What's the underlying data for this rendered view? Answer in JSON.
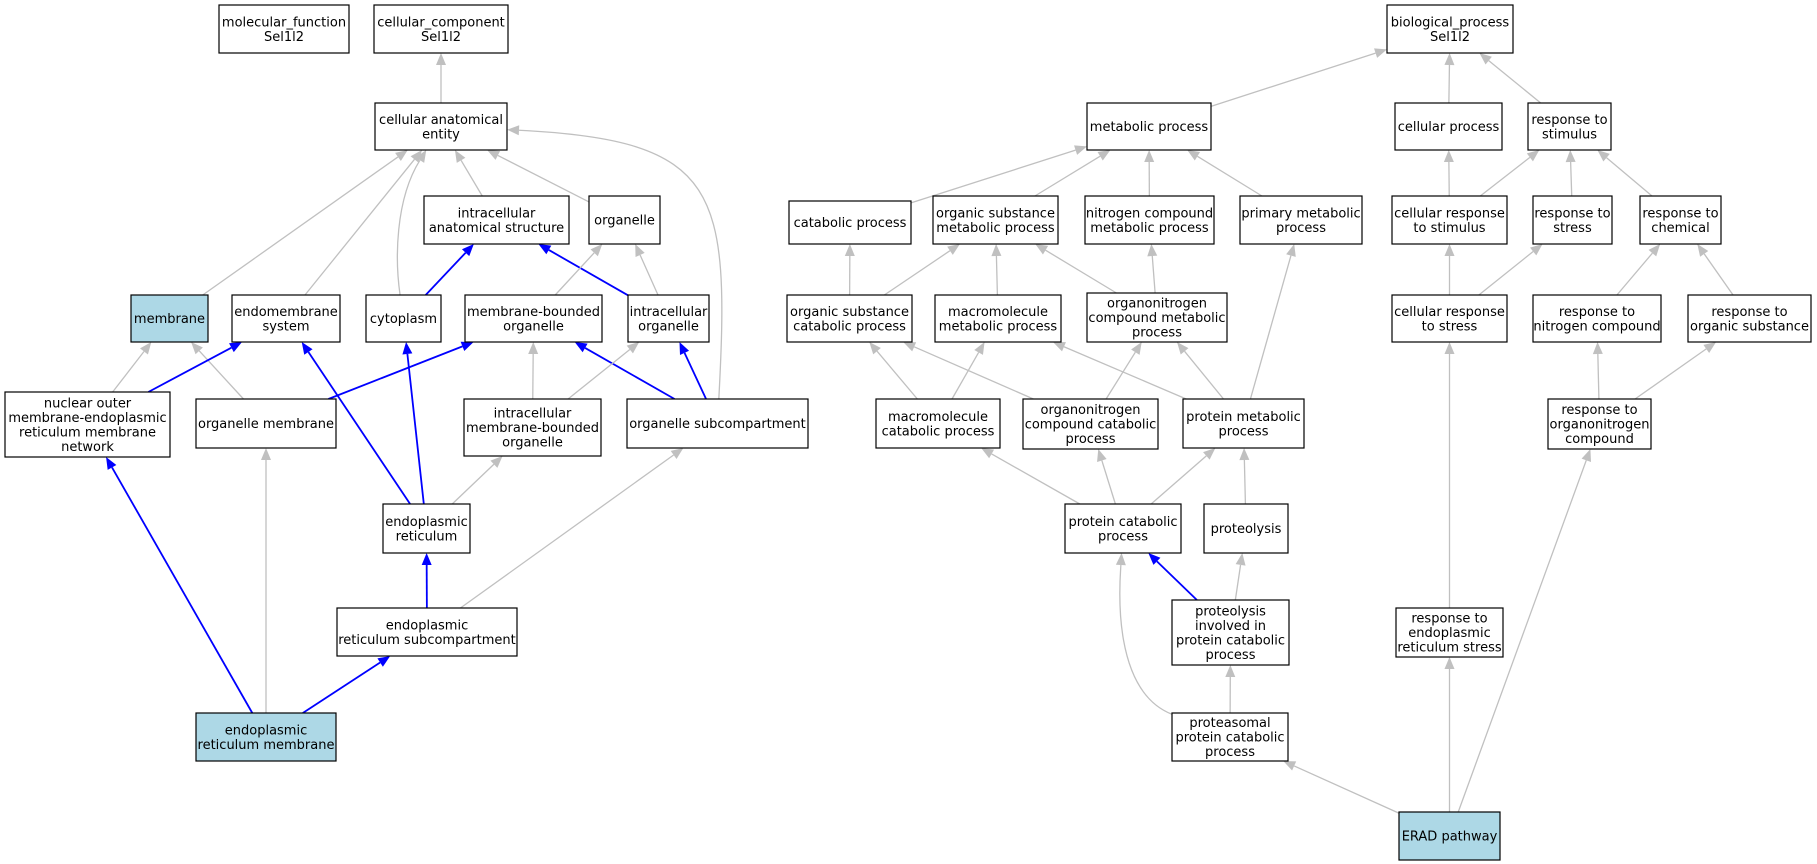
{
  "graph": {
    "colors": {
      "grey_edge": "#c0c0c0",
      "blue_edge": "#0000ff",
      "highlight_fill": "#add8e6",
      "node_fill": "#ffffff",
      "node_border": "#000000"
    },
    "nodes": [
      {
        "id": "mf",
        "lines": [
          "molecular_function",
          "Sel1l2"
        ],
        "highlight": false
      },
      {
        "id": "cc",
        "lines": [
          "cellular_component",
          "Sel1l2"
        ],
        "highlight": false
      },
      {
        "id": "bp",
        "lines": [
          "biological_process",
          "Sel1l2"
        ],
        "highlight": false
      },
      {
        "id": "cae",
        "lines": [
          "cellular anatomical",
          "entity"
        ],
        "highlight": false
      },
      {
        "id": "ias",
        "lines": [
          "intracellular",
          "anatomical structure"
        ],
        "highlight": false
      },
      {
        "id": "org",
        "lines": [
          "organelle"
        ],
        "highlight": false
      },
      {
        "id": "mem",
        "lines": [
          "membrane"
        ],
        "highlight": true
      },
      {
        "id": "ems",
        "lines": [
          "endomembrane",
          "system"
        ],
        "highlight": false
      },
      {
        "id": "cyt",
        "lines": [
          "cytoplasm"
        ],
        "highlight": false
      },
      {
        "id": "mbo",
        "lines": [
          "membrane-bounded",
          "organelle"
        ],
        "highlight": false
      },
      {
        "id": "io",
        "lines": [
          "intracellular",
          "organelle"
        ],
        "highlight": false
      },
      {
        "id": "nom",
        "lines": [
          "nuclear outer",
          "membrane-endoplasmic",
          "reticulum membrane",
          "network"
        ],
        "highlight": false
      },
      {
        "id": "om",
        "lines": [
          "organelle membrane"
        ],
        "highlight": false
      },
      {
        "id": "imbo",
        "lines": [
          "intracellular",
          "membrane-bounded",
          "organelle"
        ],
        "highlight": false
      },
      {
        "id": "osc",
        "lines": [
          "organelle subcompartment"
        ],
        "highlight": false
      },
      {
        "id": "er",
        "lines": [
          "endoplasmic",
          "reticulum"
        ],
        "highlight": false
      },
      {
        "id": "ersc",
        "lines": [
          "endoplasmic",
          "reticulum subcompartment"
        ],
        "highlight": false
      },
      {
        "id": "erm",
        "lines": [
          "endoplasmic",
          "reticulum membrane"
        ],
        "highlight": true
      },
      {
        "id": "metp",
        "lines": [
          "metabolic process"
        ],
        "highlight": false
      },
      {
        "id": "cellp",
        "lines": [
          "cellular process"
        ],
        "highlight": false
      },
      {
        "id": "rts",
        "lines": [
          "response to",
          "stimulus"
        ],
        "highlight": false
      },
      {
        "id": "catp",
        "lines": [
          "catabolic process"
        ],
        "highlight": false
      },
      {
        "id": "osmp",
        "lines": [
          "organic substance",
          "metabolic process"
        ],
        "highlight": false
      },
      {
        "id": "ncmp",
        "lines": [
          "nitrogen compound",
          "metabolic process"
        ],
        "highlight": false
      },
      {
        "id": "pmp",
        "lines": [
          "primary metabolic",
          "process"
        ],
        "highlight": false
      },
      {
        "id": "crts",
        "lines": [
          "cellular response",
          "to stimulus"
        ],
        "highlight": false
      },
      {
        "id": "rtstress",
        "lines": [
          "response to",
          "stress"
        ],
        "highlight": false
      },
      {
        "id": "rtc",
        "lines": [
          "response to",
          "chemical"
        ],
        "highlight": false
      },
      {
        "id": "oscp",
        "lines": [
          "organic substance",
          "catabolic process"
        ],
        "highlight": false
      },
      {
        "id": "mmp",
        "lines": [
          "macromolecule",
          "metabolic process"
        ],
        "highlight": false
      },
      {
        "id": "ocmp",
        "lines": [
          "organonitrogen",
          "compound metabolic",
          "process"
        ],
        "highlight": false
      },
      {
        "id": "crtstress",
        "lines": [
          "cellular response",
          "to stress"
        ],
        "highlight": false
      },
      {
        "id": "rtnc",
        "lines": [
          "response to",
          "nitrogen compound"
        ],
        "highlight": false
      },
      {
        "id": "rtos",
        "lines": [
          "response to",
          "organic substance"
        ],
        "highlight": false
      },
      {
        "id": "mcp",
        "lines": [
          "macromolecule",
          "catabolic process"
        ],
        "highlight": false
      },
      {
        "id": "occp",
        "lines": [
          "organonitrogen",
          "compound catabolic",
          "process"
        ],
        "highlight": false
      },
      {
        "id": "prmp",
        "lines": [
          "protein metabolic",
          "process"
        ],
        "highlight": false
      },
      {
        "id": "rtoc",
        "lines": [
          "response to",
          "organonitrogen",
          "compound"
        ],
        "highlight": false
      },
      {
        "id": "pcp",
        "lines": [
          "protein catabolic",
          "process"
        ],
        "highlight": false
      },
      {
        "id": "prot",
        "lines": [
          "proteolysis"
        ],
        "highlight": false
      },
      {
        "id": "pipcp",
        "lines": [
          "proteolysis",
          "involved in",
          "protein catabolic",
          "process"
        ],
        "highlight": false
      },
      {
        "id": "rters",
        "lines": [
          "response to",
          "endoplasmic",
          "reticulum stress"
        ],
        "highlight": false
      },
      {
        "id": "ppcp",
        "lines": [
          "proteasomal",
          "protein catabolic",
          "process"
        ],
        "highlight": false
      },
      {
        "id": "erad",
        "lines": [
          "ERAD pathway"
        ],
        "highlight": true
      }
    ],
    "edges": [
      {
        "from": "cae",
        "to": "cc",
        "color": "grey"
      },
      {
        "from": "ias",
        "to": "cae",
        "color": "grey"
      },
      {
        "from": "org",
        "to": "cae",
        "color": "grey"
      },
      {
        "from": "mem",
        "to": "cae",
        "color": "grey"
      },
      {
        "from": "ems",
        "to": "cae",
        "color": "grey"
      },
      {
        "from": "cyt",
        "to": "cae",
        "color": "grey"
      },
      {
        "from": "osc",
        "to": "cae",
        "color": "grey"
      },
      {
        "from": "cyt",
        "to": "ias",
        "color": "blue"
      },
      {
        "from": "io",
        "to": "ias",
        "color": "blue"
      },
      {
        "from": "mbo",
        "to": "org",
        "color": "grey"
      },
      {
        "from": "io",
        "to": "org",
        "color": "grey"
      },
      {
        "from": "nom",
        "to": "mem",
        "color": "grey"
      },
      {
        "from": "om",
        "to": "mem",
        "color": "grey"
      },
      {
        "from": "nom",
        "to": "ems",
        "color": "blue"
      },
      {
        "from": "er",
        "to": "ems",
        "color": "blue"
      },
      {
        "from": "er",
        "to": "cyt",
        "color": "blue"
      },
      {
        "from": "om",
        "to": "mbo",
        "color": "blue"
      },
      {
        "from": "imbo",
        "to": "mbo",
        "color": "grey"
      },
      {
        "from": "osc",
        "to": "mbo",
        "color": "blue"
      },
      {
        "from": "imbo",
        "to": "io",
        "color": "grey"
      },
      {
        "from": "osc",
        "to": "io",
        "color": "blue"
      },
      {
        "from": "er",
        "to": "imbo",
        "color": "grey"
      },
      {
        "from": "ersc",
        "to": "er",
        "color": "blue"
      },
      {
        "from": "ersc",
        "to": "osc",
        "color": "grey"
      },
      {
        "from": "erm",
        "to": "nom",
        "color": "blue"
      },
      {
        "from": "erm",
        "to": "om",
        "color": "grey"
      },
      {
        "from": "erm",
        "to": "ersc",
        "color": "blue"
      },
      {
        "from": "metp",
        "to": "bp",
        "color": "grey"
      },
      {
        "from": "cellp",
        "to": "bp",
        "color": "grey"
      },
      {
        "from": "rts",
        "to": "bp",
        "color": "grey"
      },
      {
        "from": "catp",
        "to": "metp",
        "color": "grey"
      },
      {
        "from": "osmp",
        "to": "metp",
        "color": "grey"
      },
      {
        "from": "ncmp",
        "to": "metp",
        "color": "grey"
      },
      {
        "from": "pmp",
        "to": "metp",
        "color": "grey"
      },
      {
        "from": "crts",
        "to": "cellp",
        "color": "grey"
      },
      {
        "from": "crts",
        "to": "rts",
        "color": "grey"
      },
      {
        "from": "rtstress",
        "to": "rts",
        "color": "grey"
      },
      {
        "from": "rtc",
        "to": "rts",
        "color": "grey"
      },
      {
        "from": "oscp",
        "to": "catp",
        "color": "grey"
      },
      {
        "from": "oscp",
        "to": "osmp",
        "color": "grey"
      },
      {
        "from": "mmp",
        "to": "osmp",
        "color": "grey"
      },
      {
        "from": "ocmp",
        "to": "osmp",
        "color": "grey"
      },
      {
        "from": "ocmp",
        "to": "ncmp",
        "color": "grey"
      },
      {
        "from": "prmp",
        "to": "pmp",
        "color": "grey"
      },
      {
        "from": "crtstress",
        "to": "crts",
        "color": "grey"
      },
      {
        "from": "crtstress",
        "to": "rtstress",
        "color": "grey"
      },
      {
        "from": "rtnc",
        "to": "rtc",
        "color": "grey"
      },
      {
        "from": "rtos",
        "to": "rtc",
        "color": "grey"
      },
      {
        "from": "mcp",
        "to": "oscp",
        "color": "grey"
      },
      {
        "from": "occp",
        "to": "oscp",
        "color": "grey"
      },
      {
        "from": "mcp",
        "to": "mmp",
        "color": "grey"
      },
      {
        "from": "prmp",
        "to": "mmp",
        "color": "grey"
      },
      {
        "from": "occp",
        "to": "ocmp",
        "color": "grey"
      },
      {
        "from": "prmp",
        "to": "ocmp",
        "color": "grey"
      },
      {
        "from": "rtoc",
        "to": "rtnc",
        "color": "grey"
      },
      {
        "from": "rtoc",
        "to": "rtos",
        "color": "grey"
      },
      {
        "from": "pcp",
        "to": "mcp",
        "color": "grey"
      },
      {
        "from": "pcp",
        "to": "occp",
        "color": "grey"
      },
      {
        "from": "pcp",
        "to": "prmp",
        "color": "grey"
      },
      {
        "from": "prot",
        "to": "prmp",
        "color": "grey"
      },
      {
        "from": "pipcp",
        "to": "pcp",
        "color": "blue"
      },
      {
        "from": "pipcp",
        "to": "prot",
        "color": "grey"
      },
      {
        "from": "ppcp",
        "to": "pipcp",
        "color": "grey"
      },
      {
        "from": "ppcp",
        "to": "pcp",
        "color": "grey"
      },
      {
        "from": "rters",
        "to": "crtstress",
        "color": "grey"
      },
      {
        "from": "erad",
        "to": "ppcp",
        "color": "grey"
      },
      {
        "from": "erad",
        "to": "rters",
        "color": "grey"
      },
      {
        "from": "erad",
        "to": "rtoc",
        "color": "grey"
      }
    ]
  }
}
